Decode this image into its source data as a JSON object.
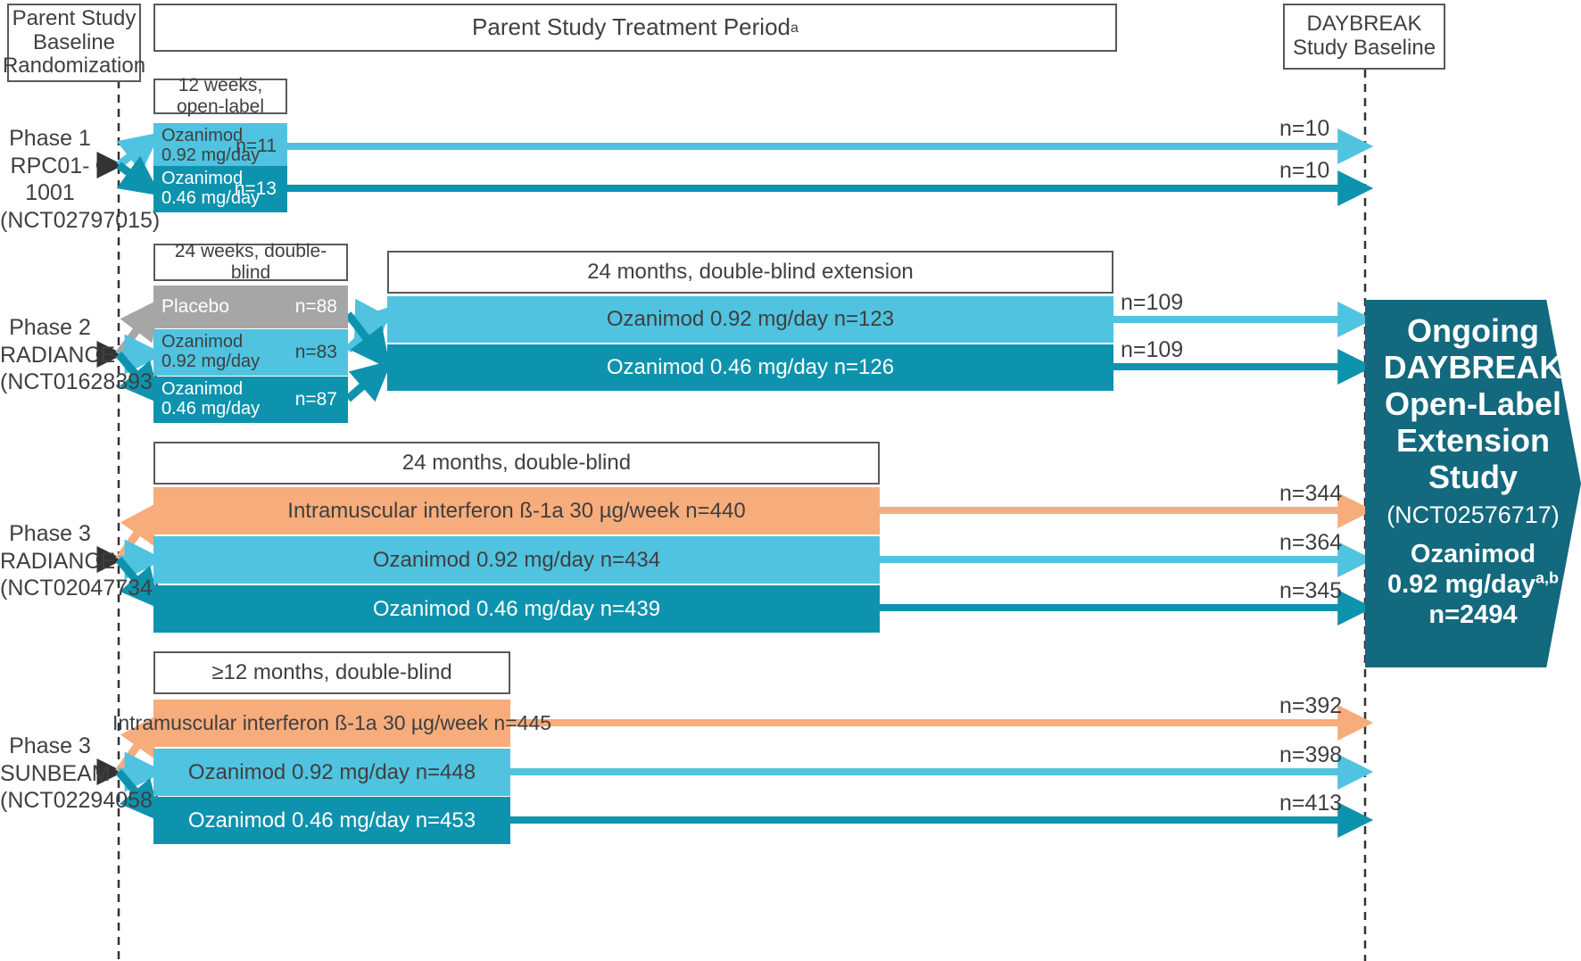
{
  "header": {
    "baseline_box": "Parent Study\nBaseline\nRandomization",
    "treatment_period": "Parent Study Treatment Period",
    "treatment_period_sup": "a",
    "daybreak_baseline": "DAYBREAK\nStudy Baseline"
  },
  "colors": {
    "light_blue": "#4FC3E0",
    "dark_teal": "#0E93AE",
    "gray": "#A6A6A6",
    "orange": "#F7AC7C",
    "daybreak_teal": "#13697E",
    "outline": "#595959",
    "text": "#404040"
  },
  "studies": [
    {
      "id": "phase1",
      "label": "Phase 1\nRPC01-1001\n(NCT02797015)",
      "period_label": "12 weeks, open-label",
      "arms": [
        {
          "name": "Ozanimod\n0.92 mg/day",
          "n": "n=11",
          "color": "light_blue",
          "exit_n": "n=10"
        },
        {
          "name": "Ozanimod\n0.46 mg/day",
          "n": "n=13",
          "color": "dark_teal",
          "exit_n": "n=10"
        }
      ]
    },
    {
      "id": "phase2",
      "label": "Phase 2\nRADIANCE\n(NCT01628393)",
      "period_label": "24 weeks, double-blind",
      "extension_label": "24 months, double-blind extension",
      "arms": [
        {
          "name": "Placebo",
          "n": "n=88",
          "color": "gray"
        },
        {
          "name": "Ozanimod\n0.92 mg/day",
          "n": "n=83",
          "color": "light_blue"
        },
        {
          "name": "Ozanimod\n0.46 mg/day",
          "n": "n=87",
          "color": "dark_teal"
        }
      ],
      "extension_arms": [
        {
          "name": "Ozanimod 0.92 mg/day  n=123",
          "color": "light_blue",
          "exit_n": "n=109"
        },
        {
          "name": "Ozanimod 0.46 mg/day  n=126",
          "color": "dark_teal",
          "exit_n": "n=109"
        }
      ]
    },
    {
      "id": "phase3-radiance",
      "label": "Phase 3\nRADIANCE\n(NCT02047734)",
      "period_label": "24 months, double-blind",
      "arms": [
        {
          "name": "Intramuscular interferon ß-1a 30 µg/week  n=440",
          "color": "orange",
          "exit_n": "n=344"
        },
        {
          "name": "Ozanimod 0.92 mg/day  n=434",
          "color": "light_blue",
          "exit_n": "n=364"
        },
        {
          "name": "Ozanimod 0.46 mg/day  n=439",
          "color": "dark_teal",
          "exit_n": "n=345"
        }
      ]
    },
    {
      "id": "phase3-sunbeam",
      "label": "Phase 3\nSUNBEAM\n(NCT02294058)",
      "period_label": "≥12 months, double-blind",
      "arms": [
        {
          "name": "Intramuscular interferon ß-1a 30 µg/week  n=445",
          "color": "orange",
          "exit_n": "n=392"
        },
        {
          "name": "Ozanimod 0.92 mg/day  n=448",
          "color": "light_blue",
          "exit_n": "n=398"
        },
        {
          "name": "Ozanimod 0.46 mg/day  n=453",
          "color": "dark_teal",
          "exit_n": "n=413"
        }
      ]
    }
  ],
  "daybreak": {
    "title": "Ongoing\nDAYBREAK\nOpen-Label\nExtension\nStudy",
    "nct": "(NCT02576717)",
    "dose_line1": "Ozanimod",
    "dose_line2": "0.92 mg/day",
    "dose_sup": "a,b",
    "total_n": "n=2494"
  }
}
